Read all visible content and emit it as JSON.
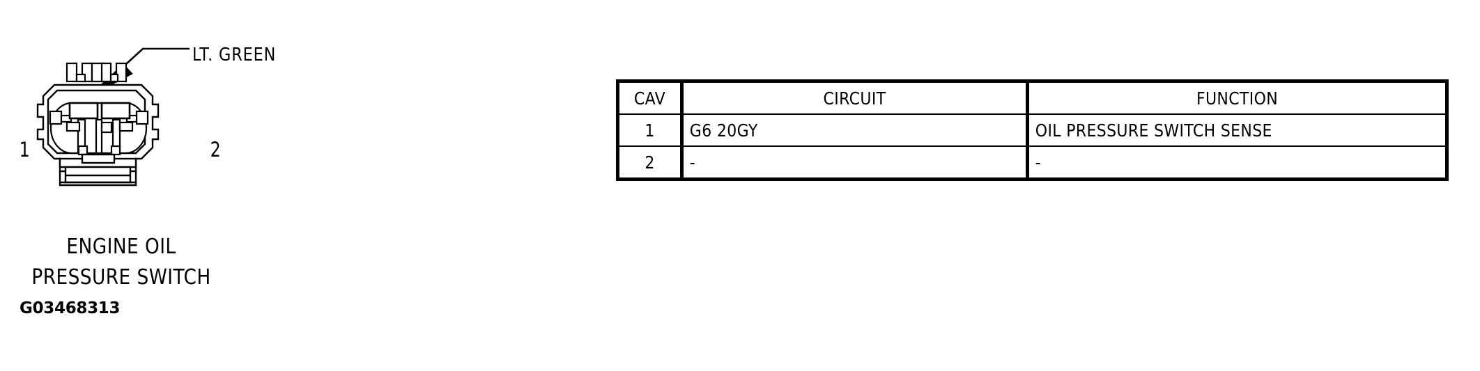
{
  "figure": {
    "callout_label": "LT. GREEN",
    "pin_left": "1",
    "pin_right": "2",
    "caption_line_1": "ENGINE OIL",
    "caption_line_2": "PRESSURE SWITCH",
    "figure_id": "G03468313",
    "wire_color_name": "LT. GREEN",
    "line_color": "#000000",
    "fill_color": "#ffffff"
  },
  "pinout": {
    "columns": [
      {
        "key": "cav",
        "label": "CAV"
      },
      {
        "key": "circuit",
        "label": "CIRCUIT"
      },
      {
        "key": "function",
        "label": "FUNCTION"
      }
    ],
    "rows": [
      {
        "cav": "1",
        "circuit": "G6 20GY",
        "function": "OIL PRESSURE SWITCH SENSE"
      },
      {
        "cav": "2",
        "circuit": "-",
        "function": "-"
      }
    ]
  }
}
